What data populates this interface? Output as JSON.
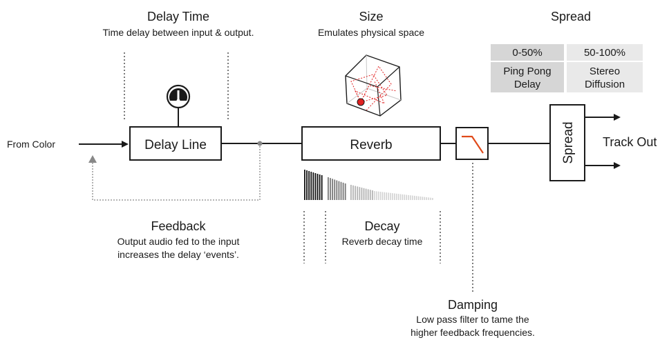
{
  "labels": {
    "delay_time_title": "Delay Time",
    "delay_time_desc": "Time delay between input & output.",
    "size_title": "Size",
    "size_desc": "Emulates physical space",
    "spread_title": "Spread",
    "spread_range_low": "0-50%",
    "spread_range_high": "50-100%",
    "spread_mode_low_line1": "Ping Pong",
    "spread_mode_low_line2": "Delay",
    "spread_mode_high_line1": "Stereo",
    "spread_mode_high_line2": "Diffusion",
    "input_label": "From Color",
    "delay_line_box": "Delay Line",
    "reverb_box": "Reverb",
    "spread_box": "Spread",
    "output_label": "Track Out",
    "feedback_title": "Feedback",
    "feedback_desc_line1": "Output audio fed to the input",
    "feedback_desc_line2": "increases the delay ‘events’.",
    "decay_title": "Decay",
    "decay_desc": "Reverb decay time",
    "damping_title": "Damping",
    "damping_desc_line1": "Low pass filter to tame the",
    "damping_desc_line2": "higher feedback frequencies."
  },
  "colors": {
    "line": "#1a1a1a",
    "dotted": "#888888",
    "spread_low_bg": "#d6d6d6",
    "spread_high_bg": "#e9e9e9",
    "reverb_ray": "#e02020",
    "filter_curve": "#e04a1a"
  },
  "icons": {
    "delay_time_knob": "gauge-icon",
    "size_cube": "room-cube-icon",
    "decay_bars": "decay-bars-icon",
    "damping_filter": "lowpass-filter-icon"
  }
}
